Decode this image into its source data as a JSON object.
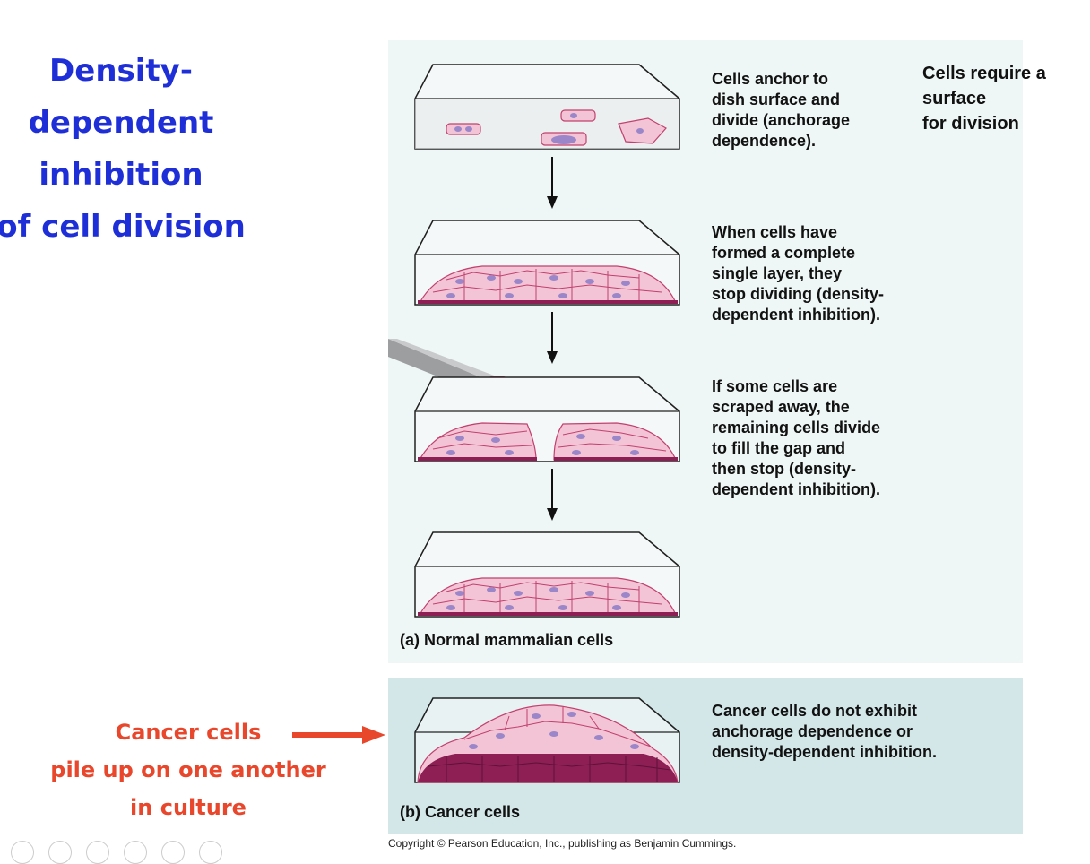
{
  "slide": {
    "title": "Density-\ndependent\ninhibition\nof cell division"
  },
  "figure": {
    "notes": {
      "surface": "Cells require a\nsurface\nfor division"
    },
    "steps": [
      {
        "text": "Cells anchor to\ndish surface and\ndivide (anchorage\ndependence)."
      },
      {
        "text": "When cells have\nformed a complete\nsingle layer, they\nstop dividing (density-\ndependent inhibition)."
      },
      {
        "text": "If some cells are\nscraped away, the\nremaining cells divide\nto fill the gap and\nthen stop (density-\ndependent inhibition)."
      }
    ],
    "label_a": "(a) Normal mammalian cells",
    "cancer_text": "Cancer cells do not exhibit\nanchorage dependence or\ndensity-dependent inhibition.",
    "label_b": "(b) Cancer cells",
    "copyright": "Copyright © Pearson Education, Inc., publishing as Benjamin Cummings."
  },
  "annotation": {
    "cancer_label": "Cancer cells\npile up on one another\nin culture"
  },
  "colors": {
    "title": "#1f2fd8",
    "annotation": "#e8472c",
    "cell_fill": "#f3c4d6",
    "cell_stroke": "#c2406e",
    "nucleus": "#9a86c8",
    "cancer_layer": "#8d1f55",
    "panel_a_bg": "#eef6f6",
    "panel_b_bg": "#d3e6e8"
  }
}
